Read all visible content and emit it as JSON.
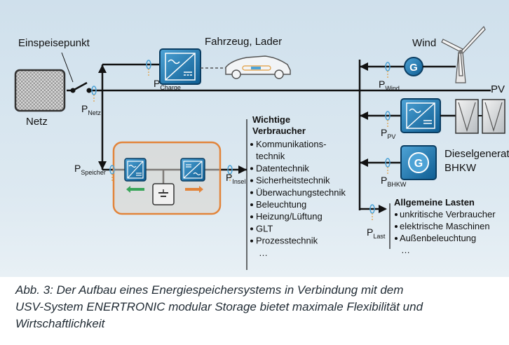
{
  "labels": {
    "einspeisepunkt": "Einspeisepunkt",
    "netz": "Netz",
    "fahrzeug_lader": "Fahrzeug, Lader",
    "wind": "Wind",
    "pv": "PV",
    "dieselgenerator": "Dieselgenerator",
    "bhkw": "BHKW"
  },
  "power": {
    "charge": {
      "main": "P",
      "sub": "Charge"
    },
    "netz": {
      "main": "P",
      "sub": "Netz"
    },
    "speicher": {
      "main": "P",
      "sub": "Speicher"
    },
    "insel": {
      "main": "P",
      "sub": "Insel"
    },
    "wind": {
      "main": "P",
      "sub": "Wind"
    },
    "pv": {
      "main": "P",
      "sub": "PV"
    },
    "bhkw": {
      "main": "P",
      "sub": "BHKW"
    },
    "last": {
      "main": "P",
      "sub": "Last"
    }
  },
  "wichtige": {
    "title_line1": "Wichtige",
    "title_line2": "Verbraucher",
    "items": [
      "Kommunikations-",
      "technik",
      "Datentechnik",
      "Sicherheitstechnik",
      "Überwachungstechnik",
      "Beleuchtung",
      "Heizung/Lüftung",
      "GLT",
      "Prozesstechnik",
      "…"
    ]
  },
  "allgemeine": {
    "title": "Allgemeine Lasten",
    "items": [
      "unkritische Verbraucher",
      "elektrische Maschinen",
      "Außenbeleuchtung",
      "…"
    ]
  },
  "icons": {
    "generator_symbol": "G",
    "battery_minus": "−",
    "battery_plus": "+"
  },
  "caption": {
    "line1": "Abb. 3: Der Aufbau eines Energiespeichersystems in Verbindung mit dem",
    "line2": "USV-System ENERTRONIC modular Storage bietet maximale Flexibilität und",
    "line3": "Wirtschaftlichkeit"
  },
  "colors": {
    "converter_blue": "#1a6fa8",
    "storage_border": "#e2843a",
    "arrow_green": "#3aa55a",
    "arrow_orange": "#e2843a",
    "sensor": "#e29b3a"
  }
}
